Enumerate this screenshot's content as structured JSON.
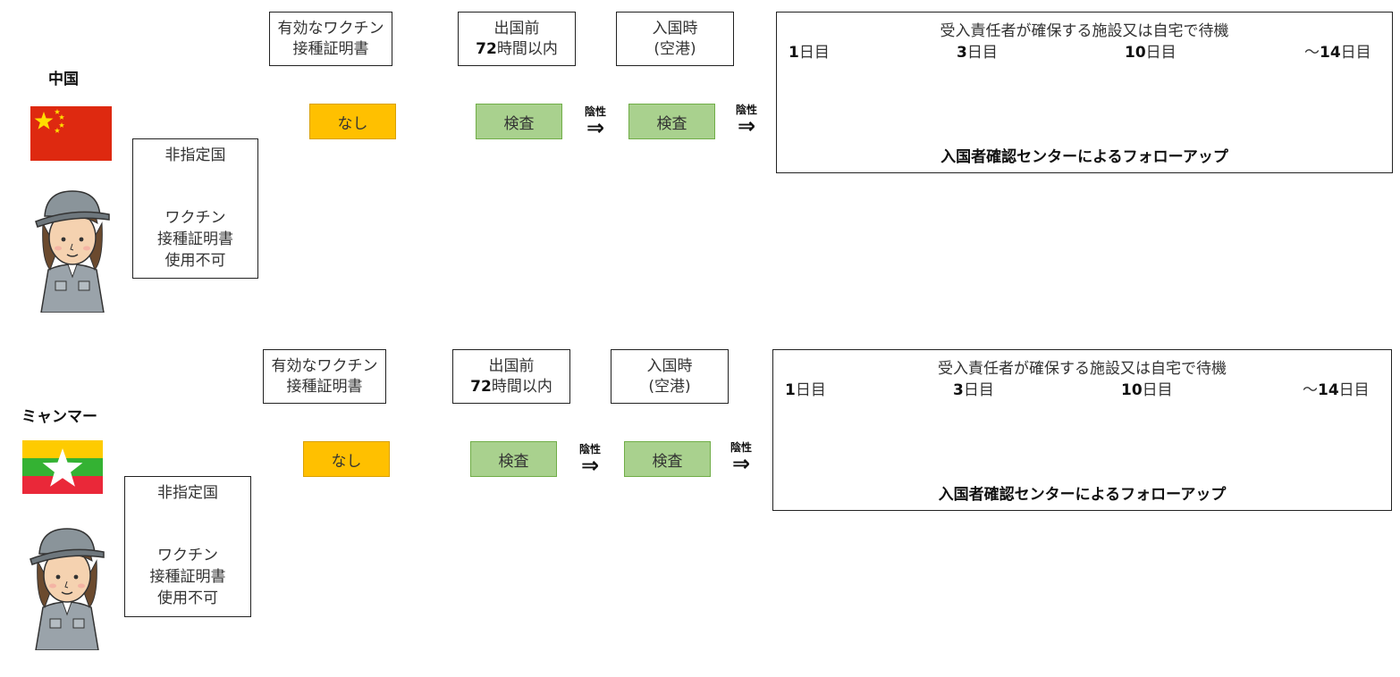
{
  "panels": [
    {
      "country": "中国",
      "flag": "china-flag",
      "non_designated": {
        "title": "非指定国",
        "line1": "ワクチン",
        "line2": "接種証明書",
        "line3": "使用不可"
      },
      "vaccine_header": {
        "line1": "有効なワクチン",
        "line2": "接種証明書"
      },
      "pre_departure_header": {
        "line1": "出国前",
        "hours_num": "72",
        "hours_text": "時間以内"
      },
      "arrival_header": {
        "line1": "入国時",
        "line2": "(空港)"
      },
      "vaccine_status": "なし",
      "pre_test": "検査",
      "arrival_test": "検査",
      "negative_label": "陰性",
      "arrow": "⇒",
      "quarantine": {
        "title": "受入責任者が確保する施設又は自宅で待機",
        "day1_num": "1",
        "day1_unit": "日目",
        "day3_num": "3",
        "day3_unit": "日目",
        "day10_num": "10",
        "day10_unit": "日目",
        "day14_prefix": "～",
        "day14_num": "14",
        "day14_unit": "日目",
        "followup": "入国者確認センターによるフォローアップ"
      }
    },
    {
      "country": "ミャンマー",
      "flag": "myanmar-flag",
      "non_designated": {
        "title": "非指定国",
        "line1": "ワクチン",
        "line2": "接種証明書",
        "line3": "使用不可"
      },
      "vaccine_header": {
        "line1": "有効なワクチン",
        "line2": "接種証明書"
      },
      "pre_departure_header": {
        "line1": "出国前",
        "hours_num": "72",
        "hours_text": "時間以内"
      },
      "arrival_header": {
        "line1": "入国時",
        "line2": "(空港)"
      },
      "vaccine_status": "なし",
      "pre_test": "検査",
      "arrival_test": "検査",
      "negative_label": "陰性",
      "arrow": "⇒",
      "quarantine": {
        "title": "受入責任者が確保する施設又は自宅で待機",
        "day1_num": "1",
        "day1_unit": "日目",
        "day3_num": "3",
        "day3_unit": "日目",
        "day10_num": "10",
        "day10_unit": "日目",
        "day14_prefix": "～",
        "day14_num": "14",
        "day14_unit": "日目",
        "followup": "入国者確認センターによるフォローアップ"
      }
    }
  ],
  "colors": {
    "none_tag": "#FFC000",
    "test_tag": "#A9D18E",
    "china_red": "#DE2910",
    "china_star": "#FFDE00",
    "myanmar_yellow": "#FECB00",
    "myanmar_green": "#34B233",
    "myanmar_red": "#EA2839"
  }
}
